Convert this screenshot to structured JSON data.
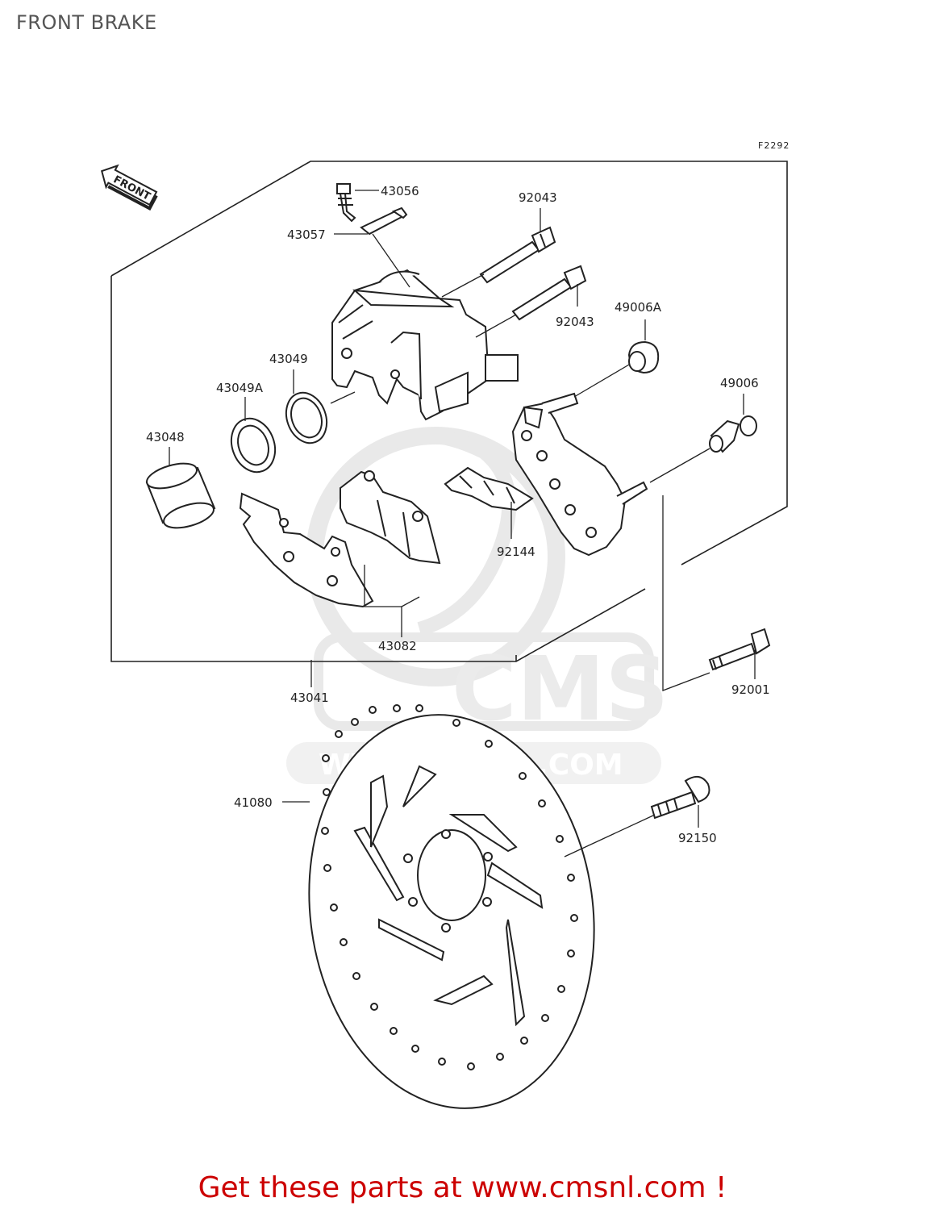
{
  "page": {
    "title": "FRONT BRAKE"
  },
  "diagram": {
    "figure_code": "F2292",
    "direction_arrow": "FRONT",
    "parts": [
      {
        "number": "43056",
        "name": "bleeder-valve"
      },
      {
        "number": "92043",
        "name": "pin-upper"
      },
      {
        "number": "43057",
        "name": "bleeder-cap"
      },
      {
        "number": "92043",
        "name": "pin-lower"
      },
      {
        "number": "49006A",
        "name": "boot-a"
      },
      {
        "number": "43049",
        "name": "piston-seal"
      },
      {
        "number": "43049A",
        "name": "dust-seal"
      },
      {
        "number": "49006",
        "name": "boot"
      },
      {
        "number": "43048",
        "name": "piston"
      },
      {
        "number": "92144",
        "name": "spring"
      },
      {
        "number": "43082",
        "name": "pad-assembly"
      },
      {
        "number": "43041",
        "name": "caliper-assembly"
      },
      {
        "number": "92001",
        "name": "mounting-bolt"
      },
      {
        "number": "41080",
        "name": "brake-disc"
      },
      {
        "number": "92150",
        "name": "disc-bolt"
      }
    ]
  },
  "watermark": {
    "brand": "CMS",
    "url": "WWW.CMSNL.COM"
  },
  "promo": {
    "text": "Get these parts at www.cmsnl.com !"
  },
  "colors": {
    "title": "#555555",
    "promo": "#cc0000",
    "line": "#222222",
    "watermark": "#dddddd"
  }
}
